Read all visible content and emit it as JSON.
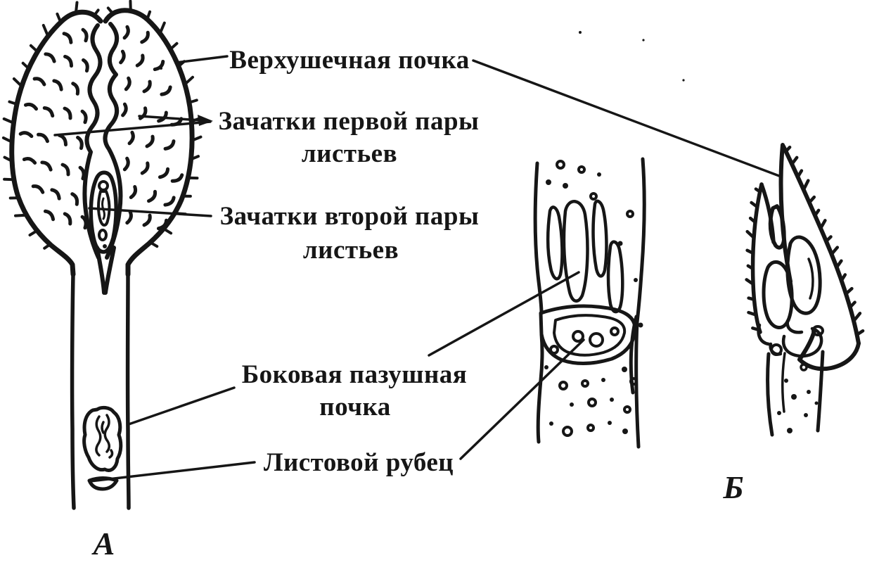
{
  "figure": {
    "type": "botanical-bud-diagram",
    "ink_color": "#161616",
    "background_color": "#ffffff",
    "labels": {
      "apical_bud": "Верхушечная почка",
      "first_pair_leaves_line1": "Зачатки первой пары",
      "first_pair_leaves_line2": "листьев",
      "second_pair_leaves_line1": "Зачатки второй пары",
      "second_pair_leaves_line2": "листьев",
      "lateral_axillary_bud_line1": "Боковая пазушная",
      "lateral_axillary_bud_line2": "почка",
      "leaf_scar": "Листовой рубец"
    },
    "panel_letters": {
      "left": "А",
      "right": "Б"
    }
  }
}
